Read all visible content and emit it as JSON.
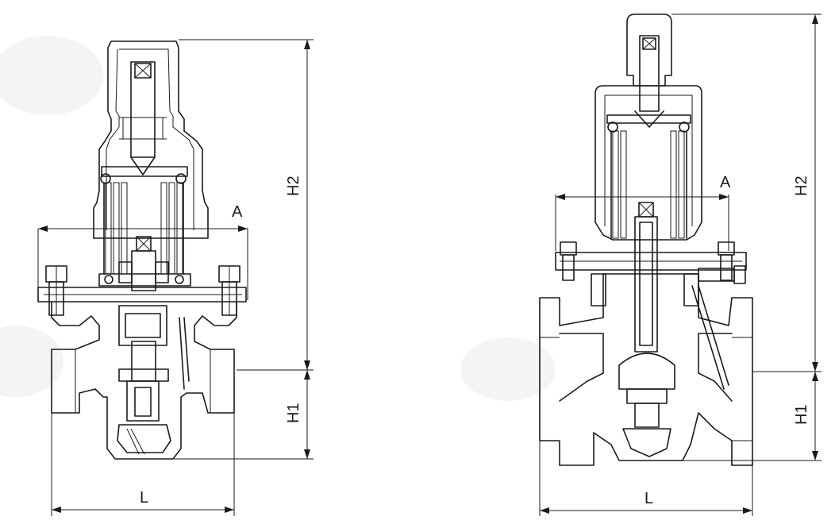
{
  "diagram": {
    "left_valve": {
      "dimension_labels": {
        "a": "A",
        "h1": "H1",
        "h2": "H2",
        "l": "L"
      }
    },
    "right_valve": {
      "dimension_labels": {
        "a": "A",
        "h1": "H1",
        "h2": "H2",
        "l": "L"
      }
    },
    "colors": {
      "line": "#1a1a1a",
      "background": "#ffffff",
      "watermark": "#f4f4f4"
    }
  }
}
